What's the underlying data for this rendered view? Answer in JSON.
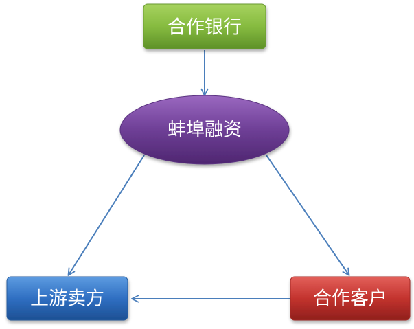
{
  "nodes": {
    "bank": {
      "label": "合作银行",
      "color": "#7fb439"
    },
    "center": {
      "label": "蚌埠融资",
      "color": "#6a3d8f"
    },
    "seller": {
      "label": "上游卖方",
      "color": "#2f6fbf"
    },
    "customer": {
      "label": "合作客户",
      "color": "#c0332f"
    }
  },
  "edges": [
    {
      "from": "合作银行",
      "to": "蚌埠融资"
    },
    {
      "from": "蚌埠融资",
      "to": "上游卖方"
    },
    {
      "from": "蚌埠融资",
      "to": "合作客户"
    },
    {
      "from": "合作客户",
      "to": "上游卖方"
    }
  ],
  "colors": {
    "arrow": "#4a7ebb"
  }
}
